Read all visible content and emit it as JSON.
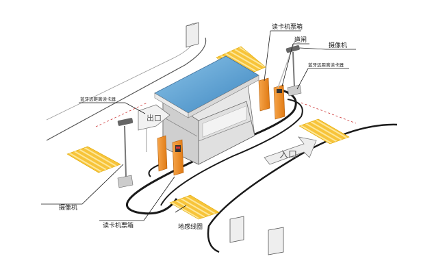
{
  "labels": {
    "reader_kiosk_top": "读卡机票箱",
    "gate_barrier": "道闸",
    "camera_top": "摄像机",
    "bt_reader_right": "蓝牙远距离读卡器",
    "bt_reader_left": "蓝牙远距离读卡器",
    "camera_bottom": "摄像机",
    "reader_kiosk_bottom": "读卡机票箱",
    "loop_detector": "地感线圈"
  },
  "signs": {
    "exit": "出口",
    "entrance": "入口"
  },
  "colors": {
    "booth_roof": "#5fa6d6",
    "booth_wall": "#d8d8d8",
    "gate_orange": "#f0902a",
    "speed_bump": "#f7c43a",
    "line": "#1a1a1a"
  }
}
